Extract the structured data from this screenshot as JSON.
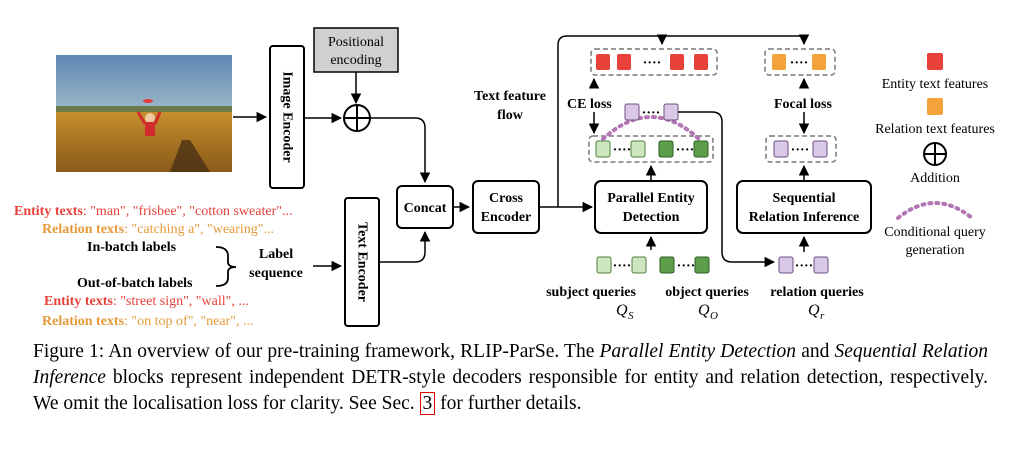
{
  "colors": {
    "entity_red": "#e8413a",
    "relation_orange": "#f3a33a",
    "entity_text_red": "#e8413a",
    "relation_text_orange": "#e59a3a",
    "light_green": "#cfe7c0",
    "dark_green": "#5c9e4a",
    "light_purple": "#d9c8e6",
    "dotted_purple": "#b276b5",
    "pos_enc_gray": "#d0d0d0"
  },
  "diagram": {
    "image_encoder": "Image Encoder",
    "text_encoder": "Text Encoder",
    "positional_encoding_line1": "Positional",
    "positional_encoding_line2": "encoding",
    "concat": "Concat",
    "cross_encoder_line1": "Cross",
    "cross_encoder_line2": "Encoder",
    "parallel_entity_line1": "Parallel Entity",
    "parallel_entity_line2": "Detection",
    "sequential_relation_line1": "Sequential",
    "sequential_relation_line2": "Relation Inference",
    "text_feature_flow_line1": "Text feature",
    "text_feature_flow_line2": "flow",
    "ce_loss": "CE loss",
    "focal_loss": "Focal loss",
    "subject_queries": "subject queries",
    "object_queries": "object queries",
    "relation_queries": "relation queries",
    "q_s_base": "Q",
    "q_s_sub": "S",
    "q_o_base": "Q",
    "q_o_sub": "O",
    "q_r_base": "Q",
    "q_r_sub": "r",
    "dots": "····",
    "inbatch_entity_prefix": "Entity texts",
    "inbatch_entity_values": ": \"man\", \"frisbee\", \"cotton sweater\"...",
    "inbatch_relation_prefix": "Relation texts",
    "inbatch_relation_values": ": \"catching a\", \"wearing\"...",
    "in_batch_labels": "In-batch labels",
    "out_of_batch_labels": "Out-of-batch labels",
    "label_sequence_line1": "Label",
    "label_sequence_line2": "sequence",
    "outbatch_entity_prefix": "Entity texts",
    "outbatch_entity_values": ": \"street sign\", \"wall\", ...",
    "outbatch_relation_prefix": "Relation texts",
    "outbatch_relation_values": ": \"on top of\", \"near\", ..."
  },
  "legend": {
    "entity_text_features": "Entity text features",
    "relation_text_features": "Relation text features",
    "addition": "Addition",
    "conditional_line1": "Conditional query",
    "conditional_line2": "generation"
  },
  "caption": {
    "part1": "Figure 1:  An overview of our pre-training framework, RLIP-ParSe.  The ",
    "italic1": "Parallel Entity Detection",
    "part2": " and ",
    "italic2": "Sequential Relation Inference",
    "part3": " blocks represent independent DETR-style decoders responsible for entity and relation detection, respectively. We omit the localisation loss for clarity. See Sec. ",
    "ref": "3",
    "part4": " for further details."
  }
}
